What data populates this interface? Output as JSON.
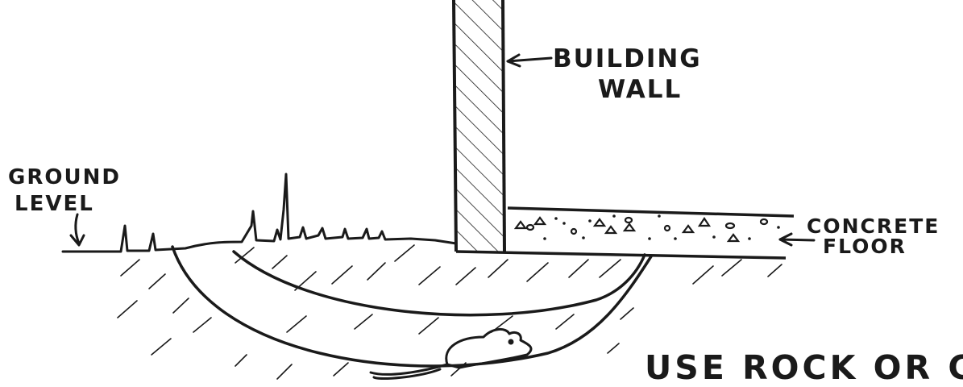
{
  "labels": {
    "ground_level": [
      "GROUND",
      "LEVEL"
    ],
    "building_wall": [
      "BUILDING",
      "WALL"
    ],
    "concrete_floor": [
      "CONCRETE",
      "FLOOR"
    ],
    "caption": "USE ROCK OR CO"
  },
  "colors": {
    "ink": "#1a1a1a",
    "background": "#ffffff"
  }
}
